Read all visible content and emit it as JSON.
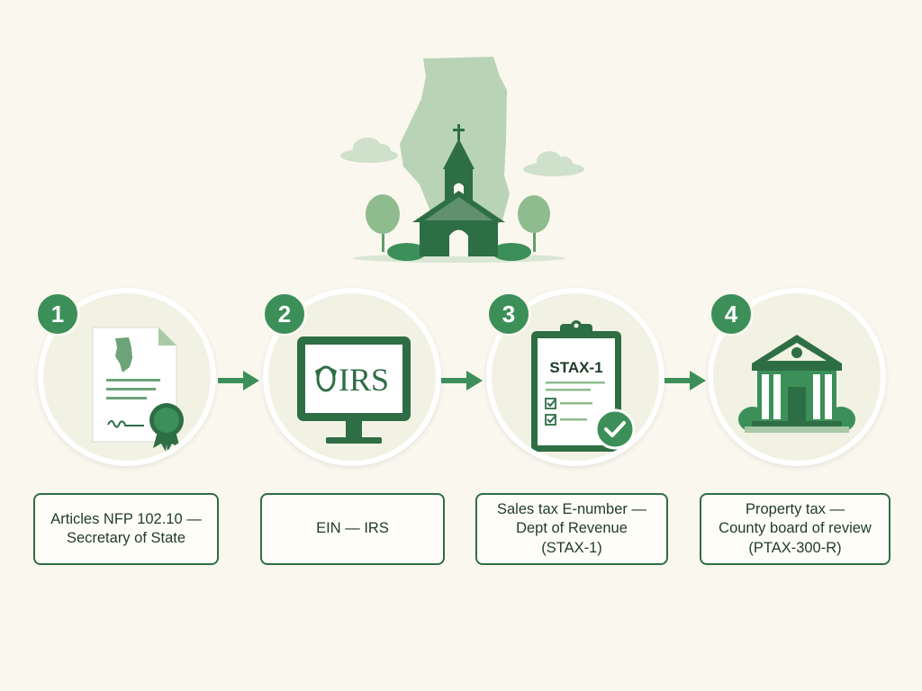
{
  "steps": [
    {
      "number": "1",
      "label": "Articles NFP 102.10 —\nSecretary of State",
      "icon": "certificate-document-icon"
    },
    {
      "number": "2",
      "label": "EIN — IRS",
      "icon": "monitor-irs-icon",
      "screen_text": "IRS"
    },
    {
      "number": "3",
      "label": "Sales tax E-number —\nDept of Revenue\n(STAX-1)",
      "icon": "clipboard-checklist-icon",
      "form_title": "STAX-1"
    },
    {
      "number": "4",
      "label": "Property tax —\nCounty board of review\n(PTAX-300-R)",
      "icon": "courthouse-icon"
    }
  ],
  "colors": {
    "dark_green": "#2e6e45",
    "accent_green": "#3c8f59",
    "light_green": "#a9c9a6",
    "background": "#faf7ee"
  }
}
